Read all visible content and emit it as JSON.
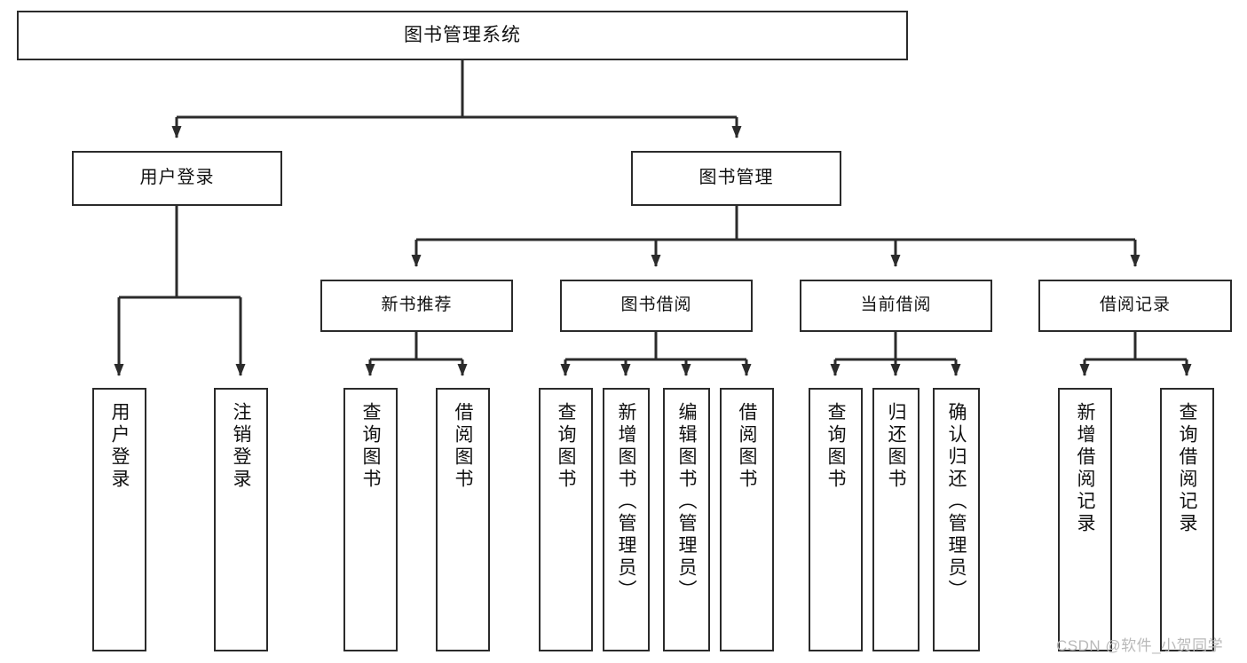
{
  "diagram": {
    "title": "图书管理系统",
    "type": "tree",
    "root": {
      "label": "图书管理系统"
    },
    "level2": [
      {
        "label": "用户登录"
      },
      {
        "label": "图书管理"
      }
    ],
    "level3": [
      {
        "label": "新书推荐"
      },
      {
        "label": "图书借阅"
      },
      {
        "label": "当前借阅"
      },
      {
        "label": "借阅记录"
      }
    ],
    "leaves": {
      "user_login": [
        {
          "label": "用户登录"
        },
        {
          "label": "注销登录"
        }
      ],
      "new_book": [
        {
          "label": "查询图书"
        },
        {
          "label": "借阅图书"
        }
      ],
      "book_borrow": [
        {
          "label": "查询图书"
        },
        {
          "label": "新增图书（管理员）"
        },
        {
          "label": "编辑图书（管理员）"
        },
        {
          "label": "借阅图书"
        }
      ],
      "current_borrow": [
        {
          "label": "查询图书"
        },
        {
          "label": "归还图书"
        },
        {
          "label": "确认归还（管理员）"
        }
      ],
      "borrow_record": [
        {
          "label": "新增借阅记录"
        },
        {
          "label": "查询借阅记录"
        }
      ]
    }
  },
  "watermark": {
    "text": "CSDN @软件_小贺同学"
  },
  "colors": {
    "stroke": "#2b2b2b",
    "background": "#ffffff",
    "text": "#111111",
    "watermark": "#b9b9b9"
  }
}
